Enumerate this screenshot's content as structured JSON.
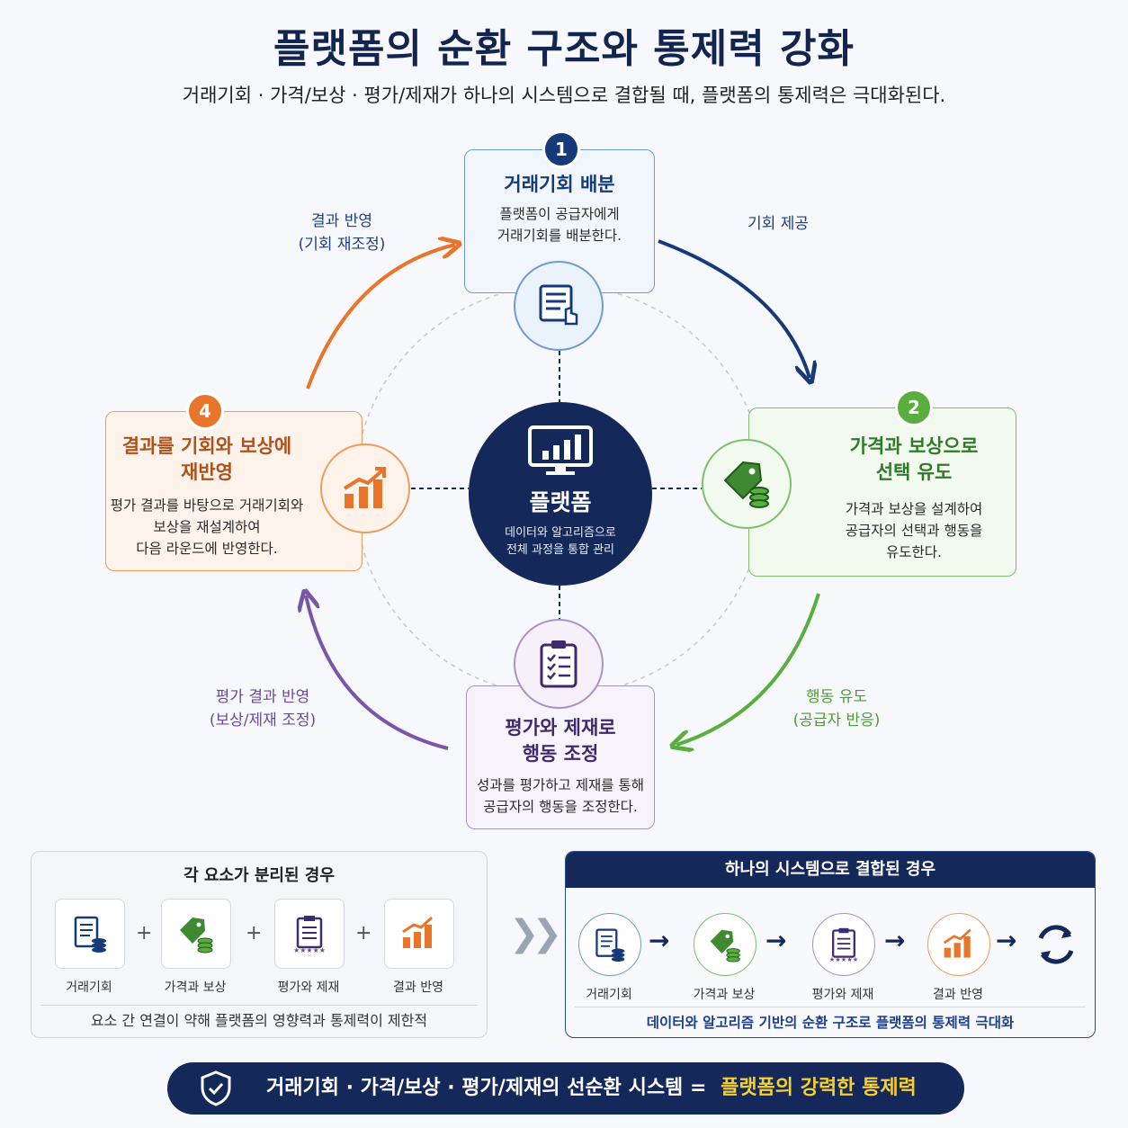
{
  "title": "플랫폼의 순환 구조와 통제력 강화",
  "subtitle": "거래기회 · 가격/보상 · 평가/제재가 하나의 시스템으로 결합될 때, 플랫폼의 통제력은 극대화된다.",
  "hub": {
    "name": "플랫폼",
    "desc_line1": "데이터와 알고리즘으로",
    "desc_line2": "전체 과정을 통합 관리"
  },
  "steps": [
    {
      "num": "1",
      "title": "거래기회 배분",
      "desc_line1": "플랫폼이 공급자에게",
      "desc_line2": "거래기회를 배분한다.",
      "color": "#163a78"
    },
    {
      "num": "2",
      "title_line1": "가격과 보상으로",
      "title_line2": "선택 유도",
      "desc_line1": "가격과 보상을 설계하여",
      "desc_line2": "공급자의 선택과 행동을",
      "desc_line3": "유도한다.",
      "color": "#5aae3f"
    },
    {
      "title_line1": "평가와 제재로",
      "title_line2": "행동 조정",
      "desc_line1": "성과를 평가하고 제재를 통해",
      "desc_line2": "공급자의 행동을 조정한다.",
      "color": "#6a4a9e"
    },
    {
      "num": "4",
      "title_line1": "결과를 기회와 보상에",
      "title_line2": "재반영",
      "desc_line1": "평가 결과를 바탕으로 거래기회와",
      "desc_line2": "보상을 재설계하여",
      "desc_line3": "다음 라운드에 반영한다.",
      "color": "#e8752a"
    }
  ],
  "arrows": {
    "a1": {
      "line1": "기회 제공"
    },
    "a2": {
      "line1": "행동 유도",
      "line2": "(공급자 반응)"
    },
    "a3": {
      "line1": "평가 결과 반영",
      "line2": "(보상/제재 조정)"
    },
    "a4": {
      "line1": "결과 반영",
      "line2": "(기회 재조정)"
    }
  },
  "left_panel": {
    "header": "각 요소가 분리된 경우",
    "items": [
      "거래기회",
      "가격과 보상",
      "평가와 제재",
      "결과 반영"
    ],
    "plus": "+",
    "footer": "요소 간 연결이 약해 플랫폼의 영향력과 통제력이 제한적"
  },
  "chevron": "❯❯",
  "right_panel": {
    "header": "하나의 시스템으로 결합된 경우",
    "items": [
      "거래기회",
      "가격과 보상",
      "평가와 제재",
      "결과 반영"
    ],
    "arrow": "→",
    "footer": "데이터와 알고리즘 기반의 순환 구조로 플랫폼의 통제력 극대화"
  },
  "banner": {
    "text": "거래기회 · 가격/보상 · 평가/제재의 선순환 시스템 =",
    "highlight": "플랫폼의 강력한 통제력"
  },
  "colors": {
    "navy": "#14285a",
    "blue": "#163a78",
    "green": "#5aae3f",
    "purple": "#6a4a9e",
    "orange": "#e8752a",
    "yellow": "#f5d02e"
  }
}
